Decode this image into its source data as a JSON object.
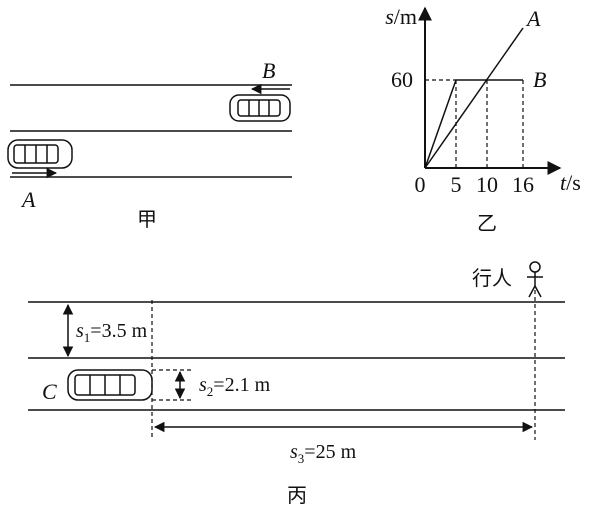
{
  "figure_jia": {
    "car_a_label": "A",
    "car_b_label": "B",
    "caption": "甲"
  },
  "figure_yi": {
    "y_axis_var": "s",
    "y_axis_unit": "/m",
    "x_axis_var": "t",
    "x_axis_unit": "/s",
    "origin_label": "0",
    "y_tick_label": "60",
    "x_tick_labels": [
      "5",
      "10",
      "16"
    ],
    "line_a_label": "A",
    "line_b_label": "B",
    "caption": "乙"
  },
  "figure_bing": {
    "pedestrian_label": "行人",
    "car_c_label": "C",
    "s1": {
      "var": "s",
      "sub": "1",
      "value": "=3.5 m"
    },
    "s2": {
      "var": "s",
      "sub": "2",
      "value": "=2.1 m"
    },
    "s3": {
      "var": "s",
      "sub": "3",
      "value": "=25 m"
    },
    "caption": "丙"
  },
  "chart_data": {
    "type": "line",
    "x_label": "t/s",
    "y_label": "s/m",
    "x_ticks": [
      0,
      5,
      10,
      16
    ],
    "y_ticks": [
      60
    ],
    "series": [
      {
        "name": "A",
        "points": [
          [
            0,
            0
          ],
          [
            16,
            96
          ]
        ]
      },
      {
        "name": "B",
        "points": [
          [
            0,
            0
          ],
          [
            5,
            60
          ],
          [
            16,
            60
          ]
        ]
      }
    ]
  }
}
